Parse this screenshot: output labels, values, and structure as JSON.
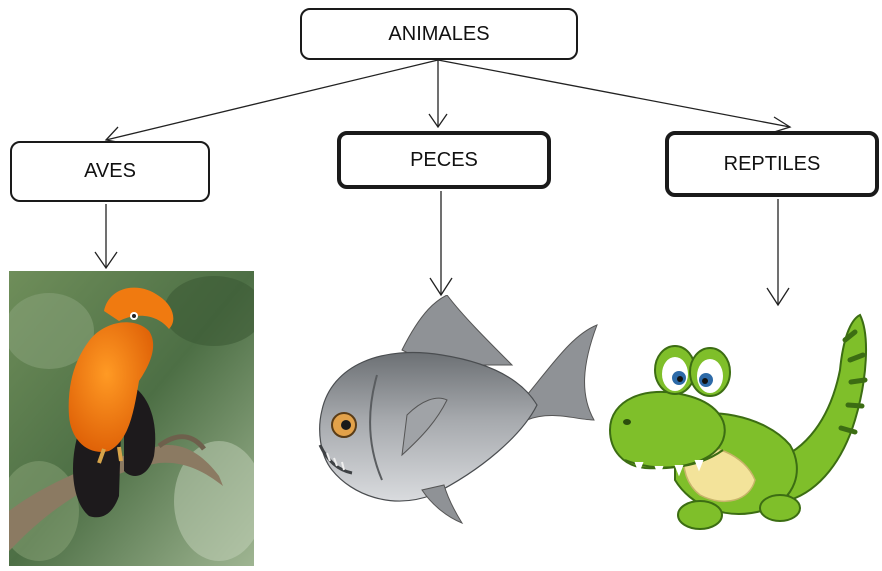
{
  "diagram": {
    "root": {
      "label": "ANIMALES"
    },
    "categories": [
      {
        "label": "AVES"
      },
      {
        "label": "PECES"
      },
      {
        "label": "REPTILES"
      }
    ]
  },
  "colors": {
    "box_border": "#1a1a1a",
    "arrow": "#222222",
    "bird_plumage": "#f07a10",
    "bird_wings": "#1d1a1c",
    "fish_body": "#8f9296",
    "croc_body": "#7fbf2a",
    "croc_belly": "#f3e39a"
  },
  "icons": [
    "bird-photo",
    "fish-illustration",
    "crocodile-cartoon"
  ]
}
